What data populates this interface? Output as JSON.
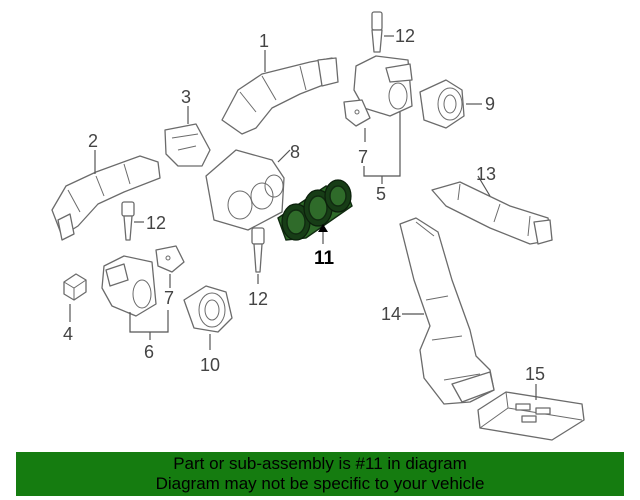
{
  "callouts": {
    "c1": "1",
    "c2": "2",
    "c3": "3",
    "c4": "4",
    "c5": "5",
    "c6": "6",
    "c7a": "7",
    "c7b": "7",
    "c8": "8",
    "c9": "9",
    "c10": "10",
    "c11": "11",
    "c12a": "12",
    "c12b": "12",
    "c12c": "12",
    "c13": "13",
    "c14": "14",
    "c15": "15"
  },
  "banner": {
    "line1": "Part or sub-assembly is #11 in diagram",
    "line2": "Diagram may not be specific to your vehicle"
  },
  "colors": {
    "highlight": "#2f6b2a",
    "banner": "#157c10",
    "line": "#6b6b6b"
  }
}
